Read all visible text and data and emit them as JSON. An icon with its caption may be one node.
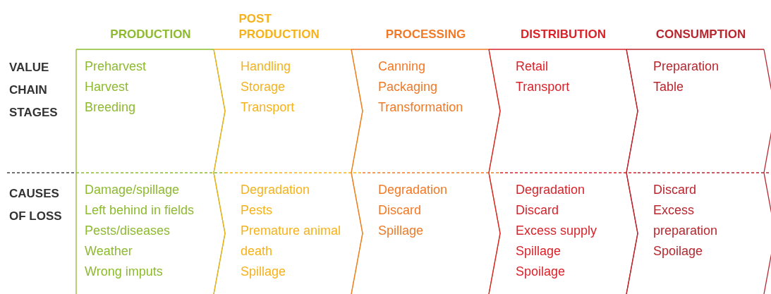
{
  "diagram": {
    "nodes": [
      {
        "text": [
          "PRODUCTION"
        ]
      },
      {
        "text": [
          "Preharvest",
          "Harvest",
          "Breeding"
        ],
        "in": 0
      },
      {
        "text": [
          "Damage/spillage",
          "Left behind in fields",
          "Pests/diseases",
          "Weather",
          "Wrong imputs"
        ],
        "in": 0
      },
      {
        "text": [
          "POST PRODUCTION"
        ]
      },
      {
        "text": [
          "Handling",
          "Storage",
          "Transport"
        ],
        "in": 3
      },
      {
        "text": [
          "Degradation",
          "Pests",
          "Premature animal death",
          "Spillage"
        ],
        "in": 3
      },
      {
        "text": [
          "PROCESSING"
        ]
      },
      {
        "text": [
          "Canning",
          "Packaging",
          "Transformation"
        ],
        "in": 6
      },
      {
        "text": [
          "Degradation",
          "Discard",
          "Spillage"
        ],
        "in": 6
      },
      {
        "text": [
          "DISTRIBUTION"
        ]
      },
      {
        "text": [
          "Retail",
          "Transport"
        ],
        "in": 9
      },
      {
        "text": [
          "Degradation",
          "Discard",
          "Excess supply",
          "Spillage",
          "Spoilage"
        ],
        "in": 9
      },
      {
        "text": [
          "CONSUMPTION"
        ]
      },
      {
        "text": [
          "Preparation",
          "Table"
        ],
        "in": 12
      },
      {
        "text": [
          "Discard",
          "Excess preparation",
          "Spoilage"
        ],
        "in": 12
      }
    ],
    "labels": [
      "VALUE CHAIN STAGES",
      "CAUSES OF LOSS"
    ]
  }
}
